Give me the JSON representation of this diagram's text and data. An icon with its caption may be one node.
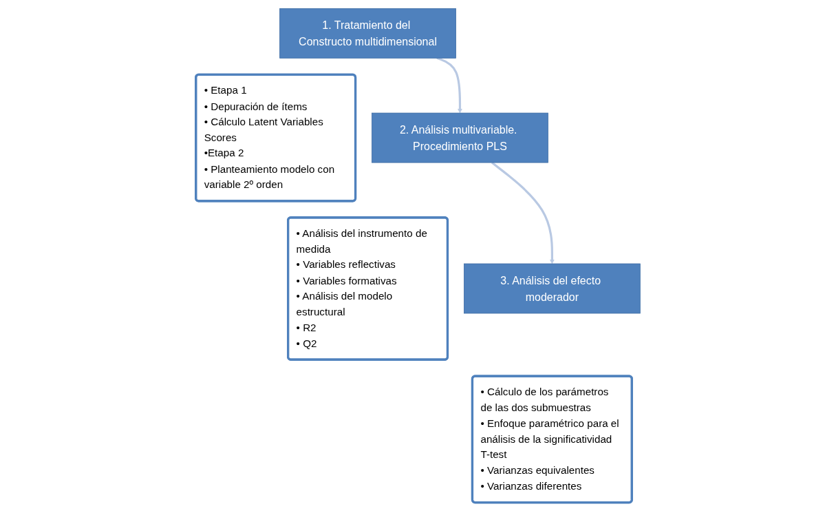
{
  "diagram": {
    "nodes": [
      {
        "text": [
          "1. Tratamiento del Constructo multidimensional"
        ]
      },
      {
        "text": [
          "• Etapa 1",
          "• Depuración de ítems",
          "• Cálculo Latent Variables Scores",
          "•Etapa 2",
          "• Planteamiento modelo con variable 2º orden"
        ]
      },
      {
        "text": [
          "2. Análisis multivariable. Procedimiento PLS"
        ]
      },
      {
        "text": [
          "• Análisis del instrumento de medida",
          "• Variables reflectivas",
          "• Variables formativas",
          "• Análisis del modelo estructural",
          "• R2",
          "• Q2"
        ]
      },
      {
        "text": [
          "3. Análisis del efecto moderador"
        ]
      },
      {
        "text": [
          "• Cálculo de los parámetros de las dos submuestras",
          "• Enfoque paramétrico para el análisis de la significatividad T-test",
          "• Varianzas equivalentes",
          "• Varianzas diferentes"
        ]
      }
    ],
    "edges": [
      {
        "from": 0,
        "to": 2,
        "arrow": "to"
      },
      {
        "from": 2,
        "to": 4,
        "arrow": "to"
      }
    ]
  }
}
